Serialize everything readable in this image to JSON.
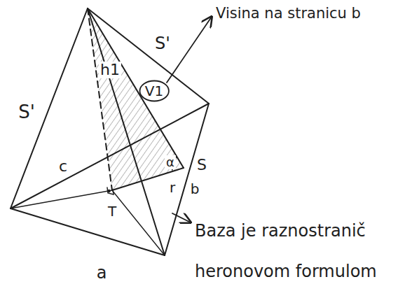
{
  "diagram": {
    "nodes": [
      {
        "text": [
          "V1"
        ]
      }
    ],
    "labels": [
      "S'",
      "h1",
      "S'",
      "c",
      "α",
      "S",
      "r",
      "b",
      "T",
      "a",
      "Visina na stranicu b",
      "Baza je raznostranič heronovom formulom"
    ]
  }
}
